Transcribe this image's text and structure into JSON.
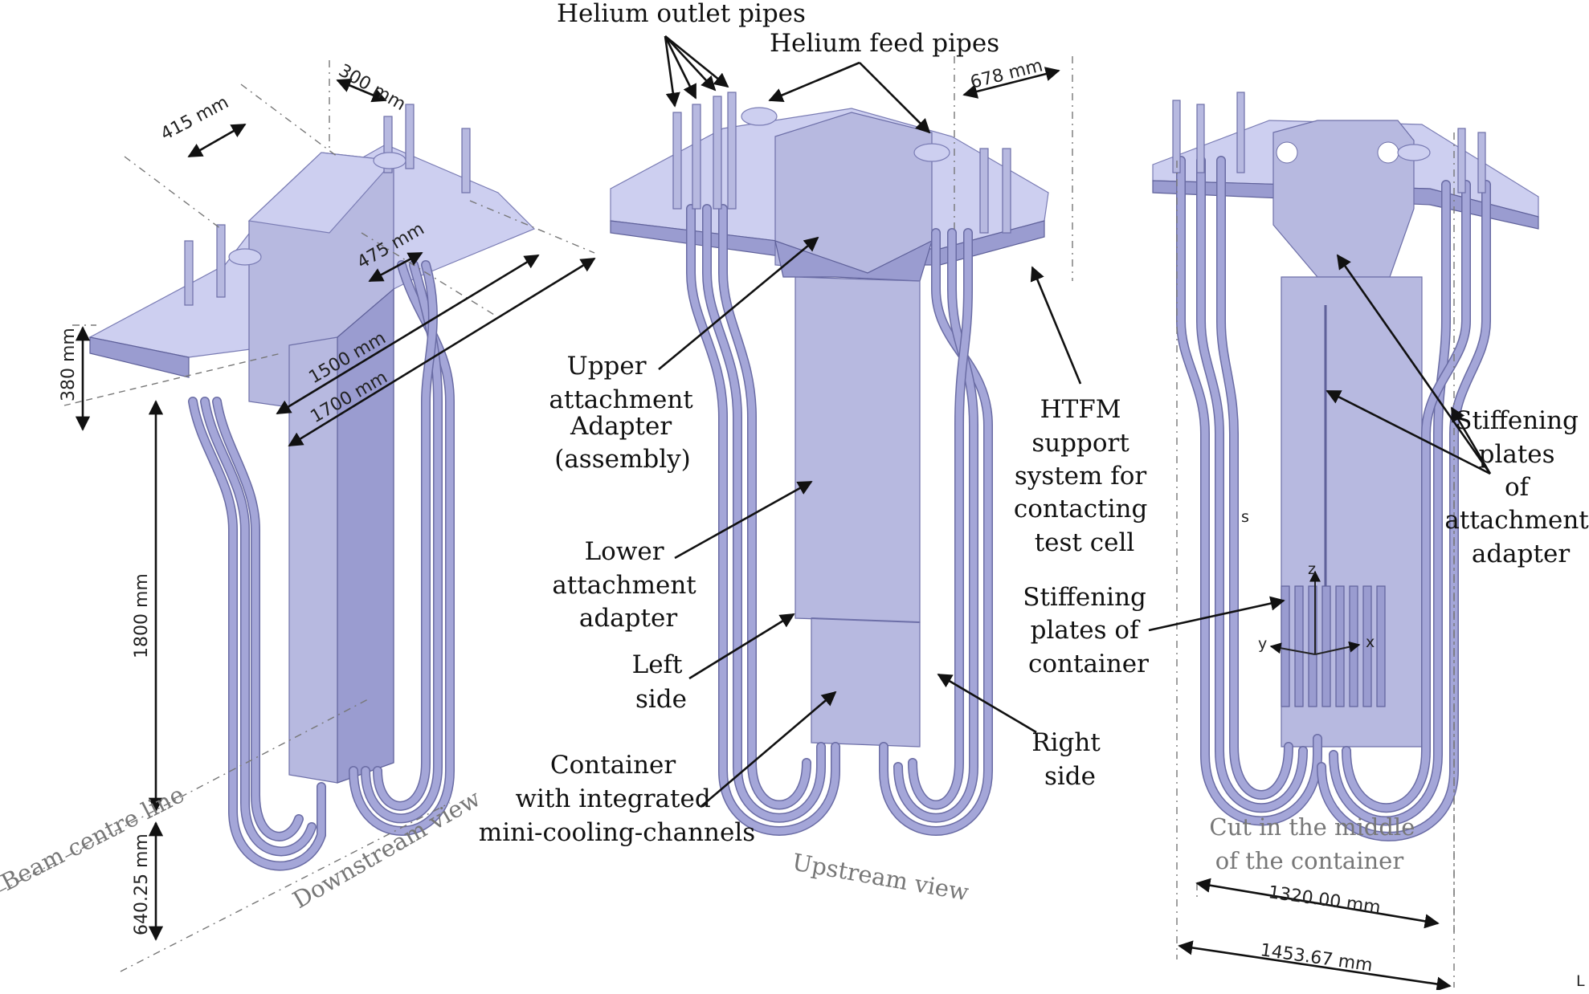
{
  "views": {
    "left": "Downstream view",
    "middle": "Upstream view",
    "right_line1": "Cut in the middle",
    "right_line2": "of the container"
  },
  "left_dimensions": {
    "d300": "300 mm",
    "d415": "415 mm",
    "d475": "475 mm",
    "d1500": "1500 mm",
    "d1700": "1700 mm",
    "d380": "380 mm",
    "d1800": "1800 mm",
    "d640": "640.25 mm",
    "beam": "Beam centre line"
  },
  "middle_labels": {
    "outlet": "Helium outlet pipes",
    "feed": "Helium feed pipes",
    "d678": "678 mm",
    "upper": [
      "Upper",
      "attachment",
      "Adapter",
      "(assembly)"
    ],
    "lower": [
      "Lower",
      "attachment",
      "adapter"
    ],
    "left_side": [
      "Left",
      "side"
    ],
    "container": [
      "Container",
      "with integrated",
      "mini-cooling-channels"
    ],
    "right_side": [
      "Right",
      "side"
    ],
    "htfm": [
      "HTFM",
      "support",
      "system for",
      "contacting",
      "test cell"
    ]
  },
  "right_labels": {
    "stiff_container": [
      "Stiffening",
      "plates of",
      "container"
    ],
    "stiff_adapter": [
      "Stiffening",
      "plates",
      "of",
      "attachment",
      "adapter"
    ],
    "s": "s",
    "z": "z",
    "y": "y",
    "x": "x",
    "d1320": "1320.00 mm",
    "d1453": "1453.67 mm",
    "corner": "L"
  },
  "colors": {
    "steel": "#b7b9e0",
    "steel_edge": "#6d6fa8",
    "annotation": "#111111",
    "view_label": "#777777"
  }
}
